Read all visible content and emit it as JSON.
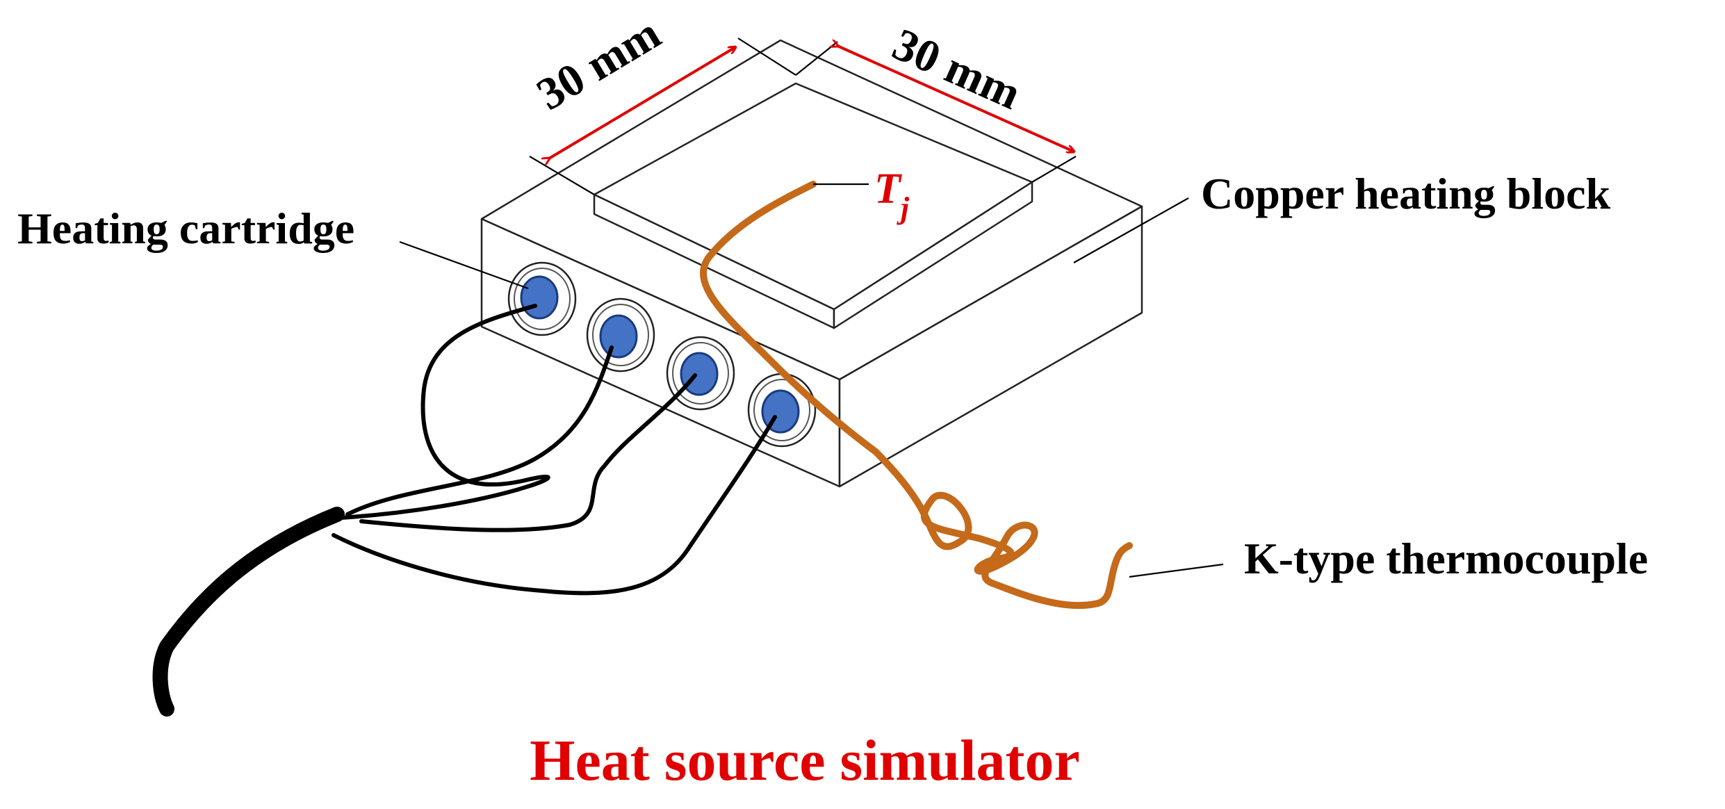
{
  "diagram": {
    "title": "Heat source simulator",
    "labels": {
      "heating_cartridge": "Heating cartridge",
      "copper_block": "Copper heating block",
      "thermocouple": "K-type thermocouple"
    },
    "dimensions": {
      "width": "30 mm",
      "depth": "30 mm"
    },
    "sensor": {
      "symbol": "T",
      "subscript": "j"
    },
    "colors": {
      "title": "#e00000",
      "dimension_arrows": "#e00000",
      "thermocouple_wire": "#c46a1a",
      "cartridge": "#4472c4",
      "wires": "#000000"
    },
    "cartridge_count": 4
  }
}
